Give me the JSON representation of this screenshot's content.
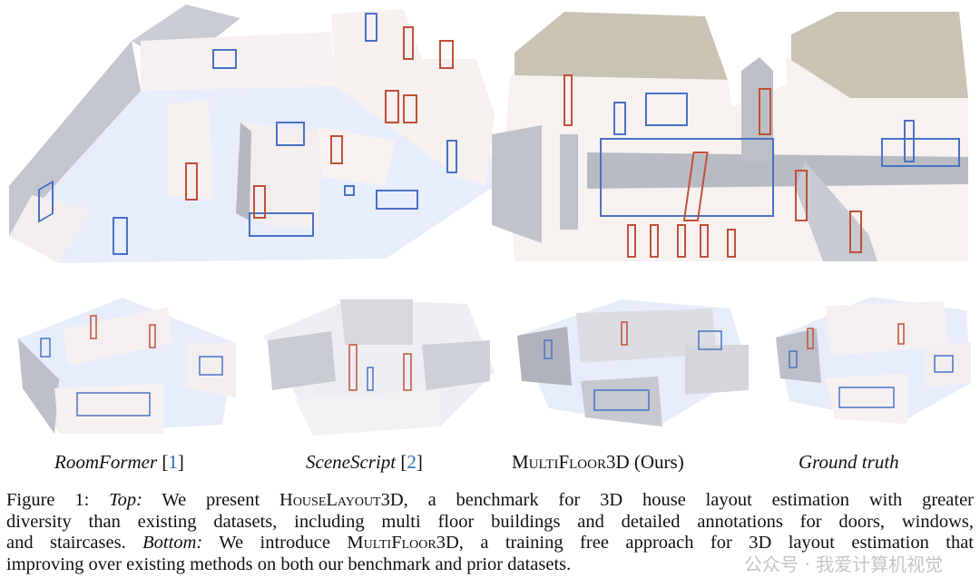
{
  "labels": {
    "roomformer": {
      "name": "RoomFormer",
      "cite": "1"
    },
    "scenescript": {
      "name": "SceneScript",
      "cite": "2"
    },
    "multifloor": {
      "name": "MultiFloor3D",
      "suffix": " (Ours)"
    },
    "ground_truth": {
      "name": "Ground truth"
    }
  },
  "caption": {
    "fig": "Figure 1: ",
    "top": "Top:",
    "l1a": " We present ",
    "houselayout": "HouseLayout3D",
    "l1b": ", a benchmark for 3D house layout estimation with greater",
    "l2": "diversity than existing datasets, including multi floor buildings and detailed annotations for doors, windows,",
    "l3a": "and staircases. ",
    "bottom": "Bottom:",
    "l3b": " We introduce ",
    "multifloor": "MultiFloor3D",
    "l3c": ", a training free approach for 3D layout estimation that",
    "l4": "improving over existing methods on both our benchmark and prior datasets."
  },
  "watermark": "公众号 · 我爱计算机视觉",
  "colors": {
    "window": "#4a72c4",
    "door": "#c0503a",
    "wall": "#f4f0f0",
    "wall_shade": "#b9bcc4",
    "floor": "#e6ecfa",
    "roof": "#c9c3b4"
  }
}
